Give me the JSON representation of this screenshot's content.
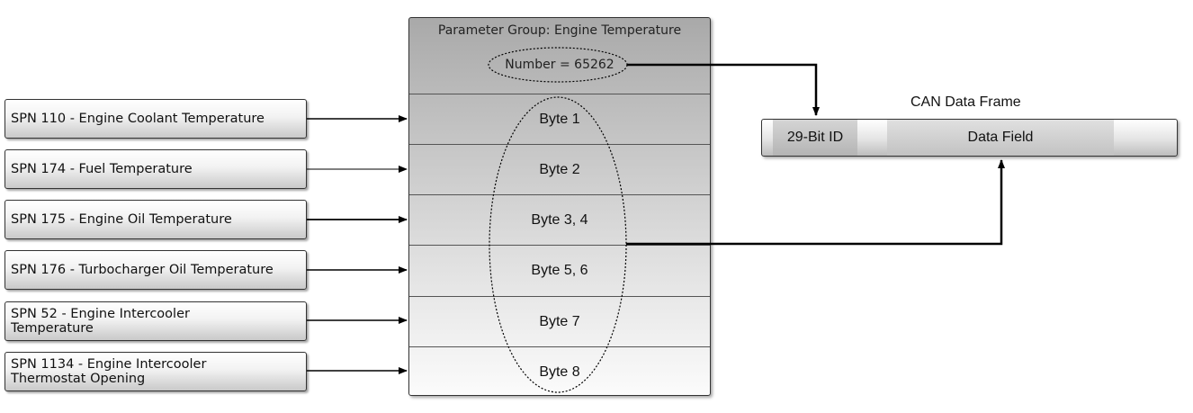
{
  "spns": [
    "SPN 110 - Engine Coolant Temperature",
    "SPN 174 - Fuel Temperature",
    "SPN 175 - Engine Oil Temperature",
    "SPN 176 - Turbocharger Oil Temperature",
    "SPN 52 - Engine Intercooler\nTemperature",
    "SPN 1134 - Engine Intercooler\nThermostat Opening"
  ],
  "parameter_group": {
    "title": "Parameter Group: Engine Temperature",
    "number": "Number = 65262",
    "bytes": [
      "Byte 1",
      "Byte 2",
      "Byte 3, 4",
      "Byte 5, 6",
      "Byte 7",
      "Byte 8"
    ]
  },
  "can_frame": {
    "title": "CAN Data Frame",
    "id_label": "29-Bit ID",
    "data_label": "Data Field"
  }
}
